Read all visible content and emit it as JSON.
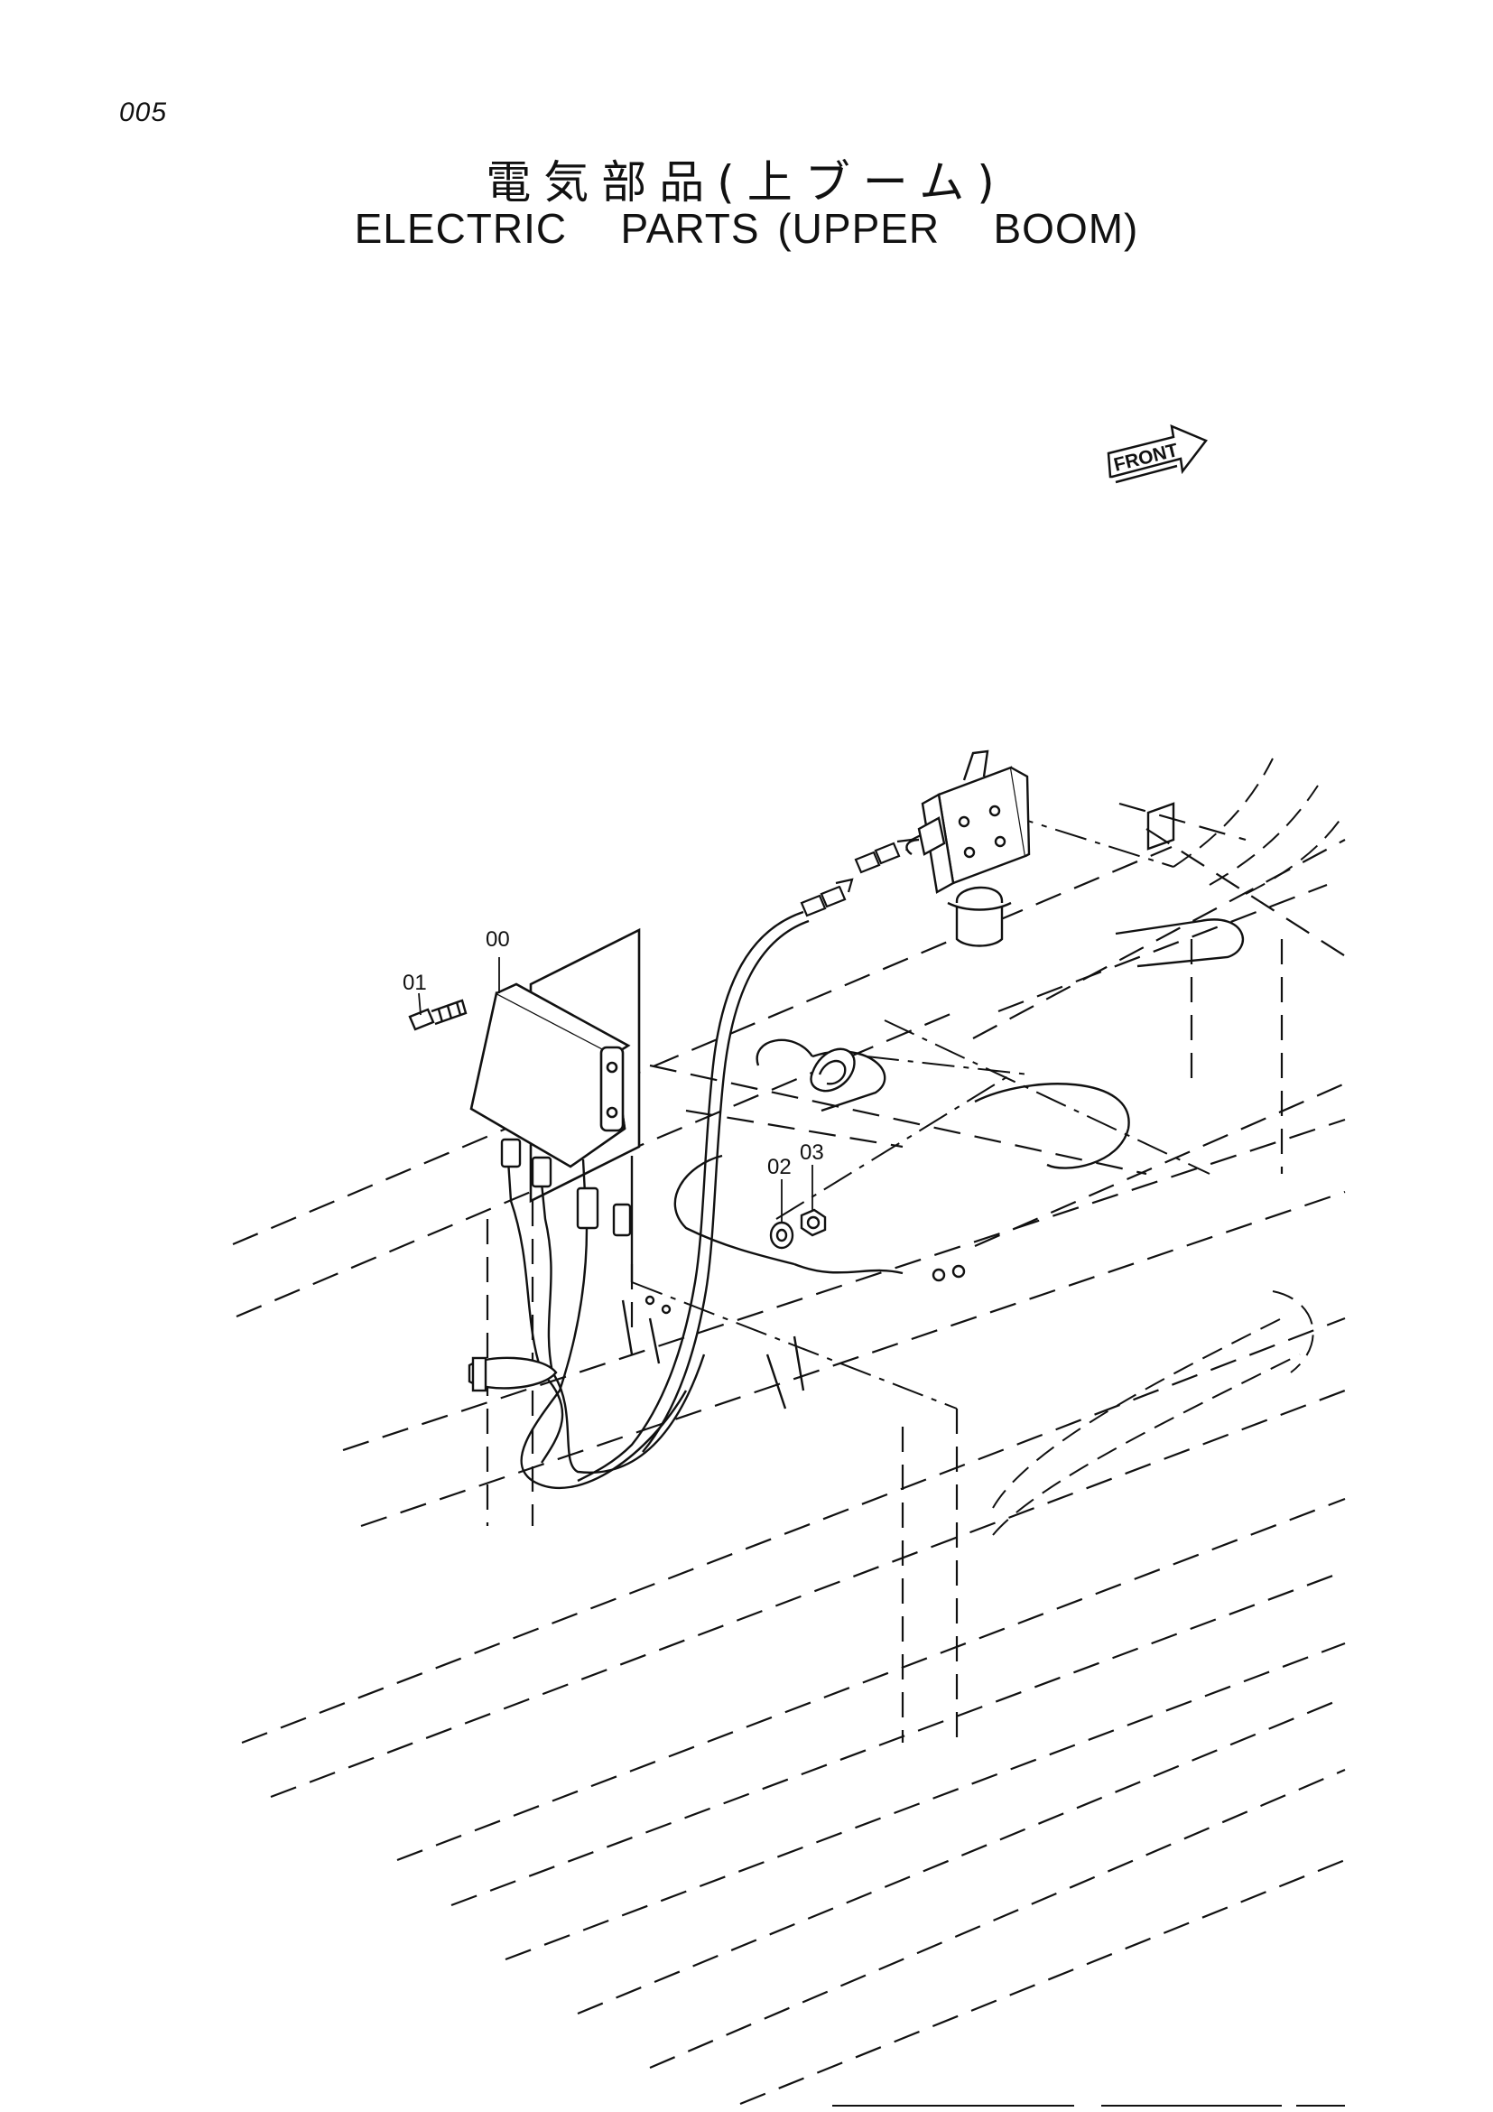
{
  "page": {
    "number": "005"
  },
  "title": {
    "japanese": "電気部品(上ブーム)",
    "english": "ELECTRIC   PARTS (UPPER   BOOM)"
  },
  "orientation_badge": {
    "label": "FRONT",
    "icon": "arrow-right-icon"
  },
  "callouts": {
    "c00": "00",
    "c01": "01",
    "c02": "02",
    "c03": "03"
  },
  "colors": {
    "ink": "#111111",
    "paper": "#ffffff"
  }
}
